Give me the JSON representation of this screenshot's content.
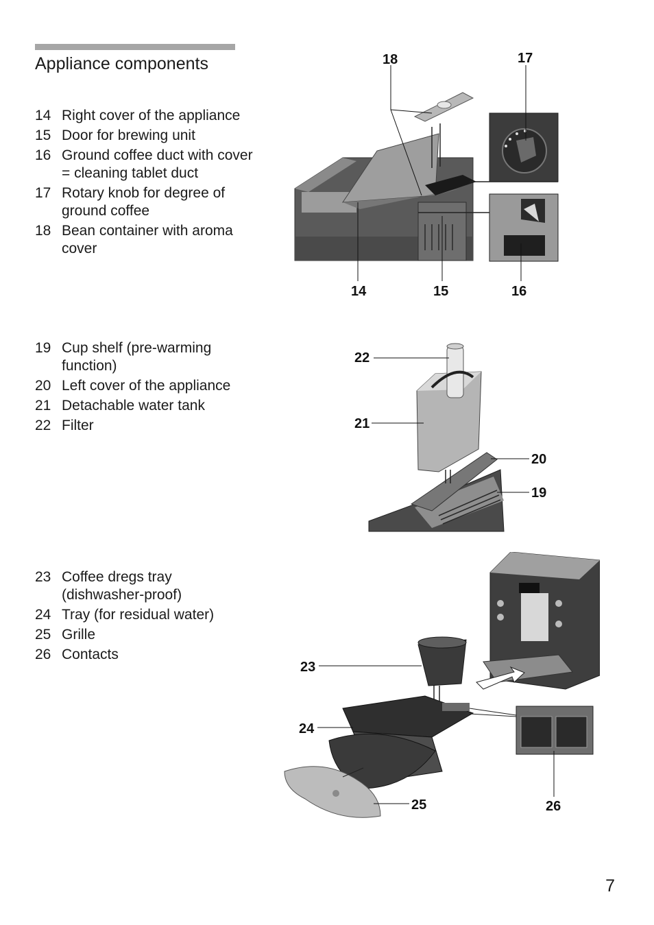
{
  "title": "Appliance components",
  "page_number": "7",
  "group1": [
    {
      "num": "14",
      "label": "Right cover of the appliance"
    },
    {
      "num": "15",
      "label": "Door for brewing unit"
    },
    {
      "num": "16",
      "label": "Ground coffee duct with cover = cleaning tablet duct"
    },
    {
      "num": "17",
      "label": "Rotary knob for degree of ground coffee"
    },
    {
      "num": "18",
      "label": "Bean container with aroma cover"
    }
  ],
  "group2": [
    {
      "num": "19",
      "label": "Cup shelf (pre-warming function)"
    },
    {
      "num": "20",
      "label": "Left cover of the appliance"
    },
    {
      "num": "21",
      "label": "Detachable water tank"
    },
    {
      "num": "22",
      "label": "Filter"
    }
  ],
  "group3": [
    {
      "num": "23",
      "label": "Coffee dregs tray (dishwasher-proof)"
    },
    {
      "num": "24",
      "label": "Tray (for residual water)"
    },
    {
      "num": "25",
      "label": "Grille"
    },
    {
      "num": "26",
      "label": "Contacts"
    }
  ],
  "figure1_callouts": {
    "c18": "18",
    "c17": "17",
    "c14": "14",
    "c15": "15",
    "c16": "16"
  },
  "figure2_callouts": {
    "c22": "22",
    "c21": "21",
    "c20": "20",
    "c19": "19"
  },
  "figure3_callouts": {
    "c23": "23",
    "c24": "24",
    "c25": "25",
    "c26": "26"
  }
}
